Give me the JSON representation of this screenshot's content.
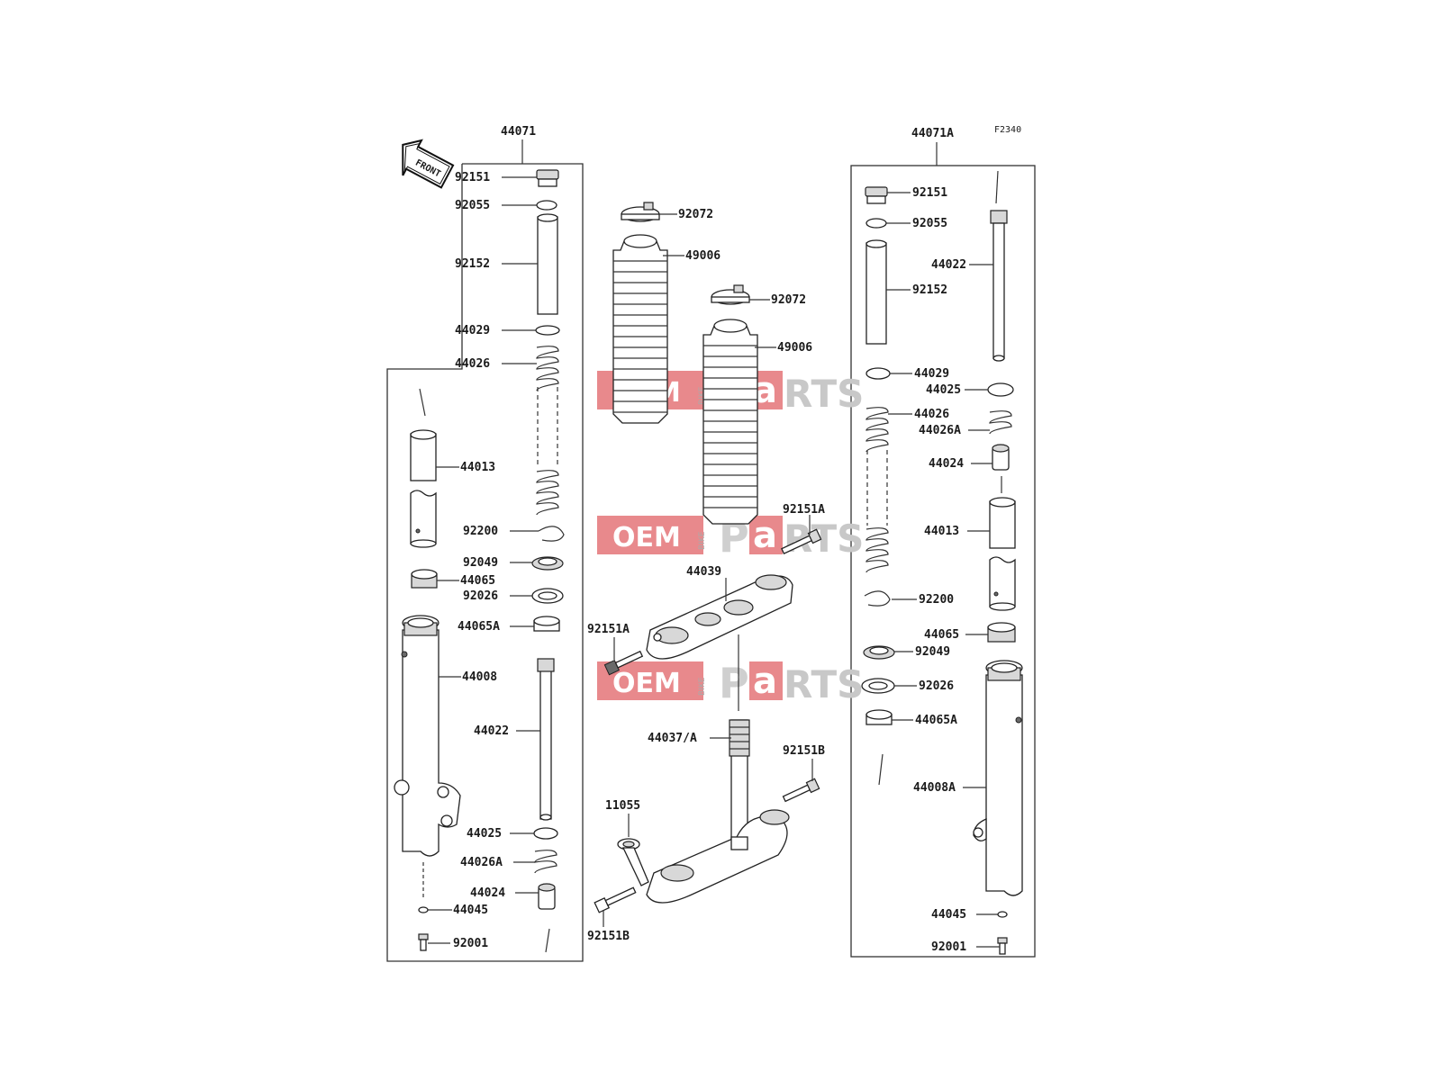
{
  "figure_code": "F2340",
  "front_arrow": {
    "label": "FRONT",
    "icon": "front-arrow-icon"
  },
  "watermark": {
    "oem": "OEM",
    "bike": "BIKE",
    "p": "P",
    "a": "a",
    "rts": "RTS",
    "color": "#e8898c"
  },
  "left_assembly": {
    "title": "44071",
    "labels": [
      "92151",
      "92055",
      "92152",
      "44029",
      "44026",
      "44013",
      "92200",
      "92049",
      "44065",
      "92026",
      "44065A",
      "44008",
      "44022",
      "44025",
      "44026A",
      "44024",
      "44045",
      "92001"
    ]
  },
  "center_assembly": {
    "labels": [
      "92072",
      "49006",
      "92072",
      "49006",
      "92151A",
      "44039",
      "92151A",
      "44037/A",
      "92151B",
      "11055",
      "92151B"
    ]
  },
  "right_assembly": {
    "title": "44071A",
    "labels": [
      "92151",
      "92055",
      "44022",
      "92152",
      "44029",
      "44025",
      "44026",
      "44026A",
      "44024",
      "44013",
      "92200",
      "44065",
      "92049",
      "92026",
      "44065A",
      "44008A",
      "44045",
      "92001"
    ]
  }
}
